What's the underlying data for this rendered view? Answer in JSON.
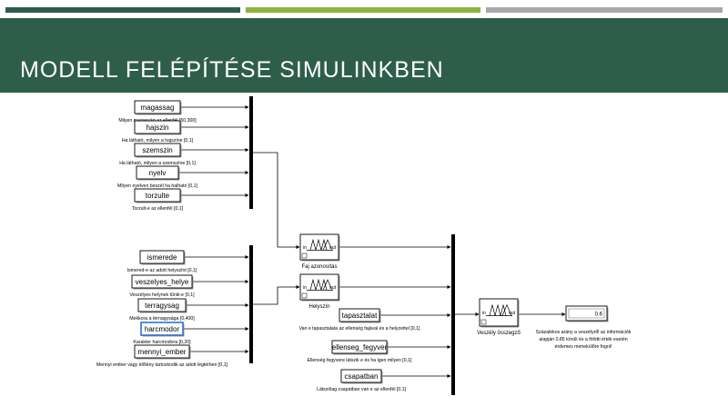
{
  "slide": {
    "title": "MODELL FELÉPÍTÉSE SIMULINKBEN",
    "colors": {
      "header": "#2e5e4b",
      "bar1": "#2e5e4b",
      "bar2": "#8db43e",
      "bar3": "#a8a9ab",
      "selected": "#2f6fd6"
    }
  },
  "inputs_group1": [
    {
      "label": "magassag",
      "desc": "Milyen magasság az ellenfél  [50,300]"
    },
    {
      "label": "hajszin",
      "desc": "Ha látható, milyen a hajszíne  [0,1]"
    },
    {
      "label": "szemszin",
      "desc": "Ha látható, milyen a szemszíne  [0,1]"
    },
    {
      "label": "nyelv",
      "desc": "Milyen nyelven beszél ha halható  [0,1]"
    },
    {
      "label": "torzulte",
      "desc": "Torzult-e az ellenfél  [0,1]"
    }
  ],
  "inputs_group2": [
    {
      "label": "ismerede",
      "desc": "Ismered-e az adott helyszínt  [0,1]"
    },
    {
      "label": "veszelyes_helye",
      "desc": "Veszélyes helynek tűnik-e  [0,1]"
    },
    {
      "label": "terragysag",
      "desc": "Mekkora a térnagysága  [0,400]"
    },
    {
      "label": "harcmodor",
      "desc": "Karakter harcmodora  [0,20]"
    },
    {
      "label": "mennyi_ember",
      "desc": "Mennyi ember vagy élőlény tartozkodik az adott légtérben [0,1]"
    }
  ],
  "fuzzy_blocks": [
    {
      "caption": "Faj azonosítás",
      "in": "in",
      "out": "out"
    },
    {
      "caption": "Helyszín",
      "in": "in",
      "out": "out"
    },
    {
      "caption": "Veszély összegző",
      "in": "in",
      "out": "out"
    }
  ],
  "inputs_group3": [
    {
      "label": "tapasztalat",
      "desc": "Van e tapasztalata az ellenség fajával és a helyzettel  [0,1]"
    },
    {
      "label": "ellenseg_fegyver",
      "desc": "Ellenség fegyvere látszik e és ha igen milyen  [0,1]"
    },
    {
      "label": "csapatban",
      "desc": "Látszólag csapatban van e az ellenfél  [0,1]"
    }
  ],
  "display": {
    "value": "0.6",
    "desc_lines": [
      "Százalékos arány a veszélyről az információk",
      "alapján 0.85 körüli és a fölötti érték esetén",
      "érdemes menekülőre fogni!"
    ]
  }
}
